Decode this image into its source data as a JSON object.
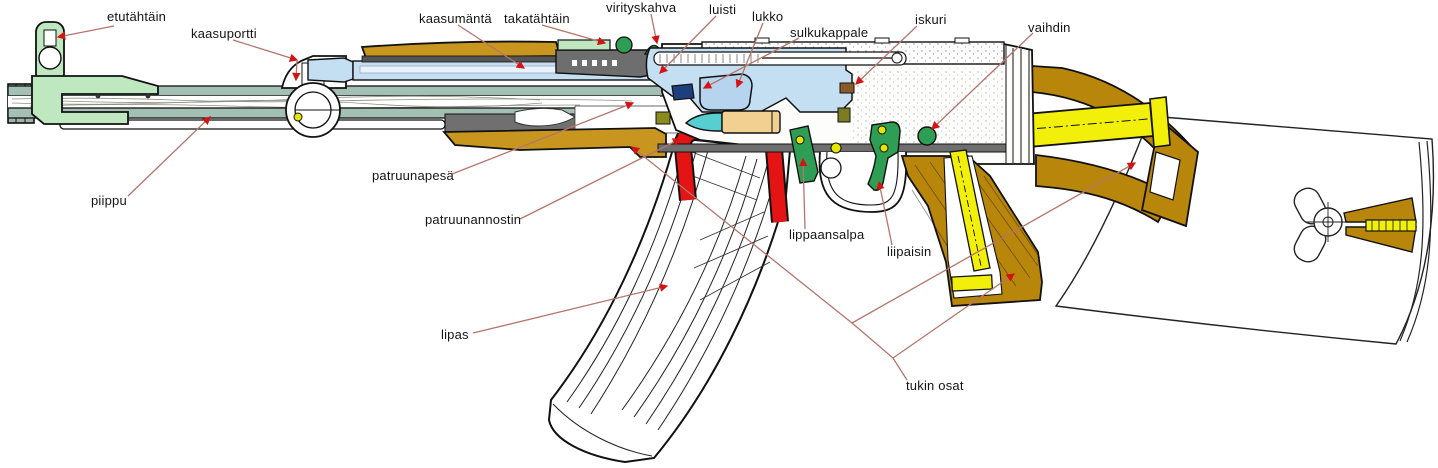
{
  "diagram_labels_note": "cutaway parts diagram with Finnish part labels",
  "labels": [
    {
      "id": "etutahtain",
      "text": "etutähtäin"
    },
    {
      "id": "kaasuportti",
      "text": "kaasuportti"
    },
    {
      "id": "kaasumanta",
      "text": "kaasumäntä"
    },
    {
      "id": "takatahtain",
      "text": "takatähtäin"
    },
    {
      "id": "virityskahva",
      "text": "virityskahva"
    },
    {
      "id": "luisti",
      "text": "luisti"
    },
    {
      "id": "lukko",
      "text": "lukko"
    },
    {
      "id": "sulkukappale",
      "text": "sulkukappale"
    },
    {
      "id": "iskuri",
      "text": "iskuri"
    },
    {
      "id": "vaihdin",
      "text": "vaihdin"
    },
    {
      "id": "piippu",
      "text": "piippu"
    },
    {
      "id": "patruunapesa",
      "text": "patruunapesä"
    },
    {
      "id": "patruunannostin",
      "text": "patruunannostin"
    },
    {
      "id": "lipas",
      "text": "lipas"
    },
    {
      "id": "lippaansalpa",
      "text": "lippaansalpa"
    },
    {
      "id": "liipaisin",
      "text": "liipaisin"
    },
    {
      "id": "tukin_osat",
      "text": "tukin osat"
    }
  ],
  "colors": {
    "background": "#ffffff",
    "leader_line": "#b4756a",
    "arrowhead": "#d41414",
    "label_text": "#141414",
    "barrel_steel": "#a4bfb4",
    "sight_green_light": "#bfe8c0",
    "mechanism_green": "#2f9e55",
    "wood_brown": "#c8961e",
    "grip_brown": "#b8860b",
    "gas_piston_blue": "#c5dff2",
    "bolt_blue": "#b7d4ee",
    "lock_navy": "#1e3f7e",
    "follower_red": "#e51414",
    "spring_yellow": "#f2ef0a",
    "case_tan": "#f2d091",
    "bullet_teal": "#57cfd0",
    "steel_gray": "#6e6e6e",
    "outline_black": "#111111"
  }
}
